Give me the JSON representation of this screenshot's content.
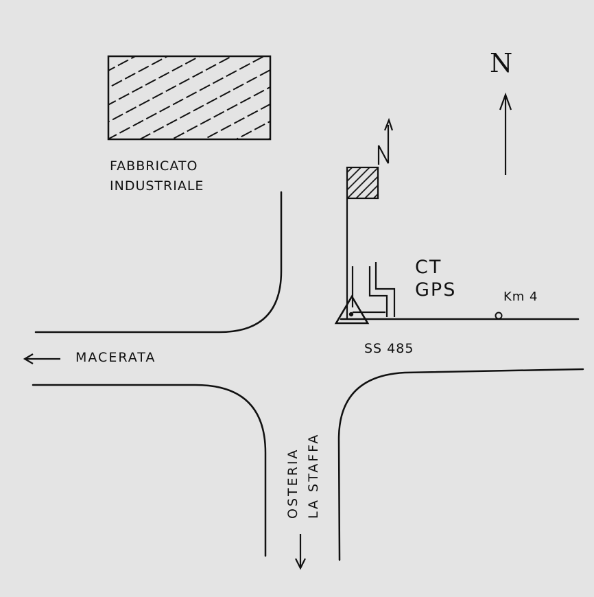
{
  "labels": {
    "building_line1": "FABBRICATO",
    "building_line2": "INDUSTRIALE",
    "station_line1": "CT",
    "station_line2": "GPS",
    "km_marker": "Km 4",
    "road_name": "SS 485",
    "west_destination": "MACERATA",
    "south_destination_line1": "OSTERIA",
    "south_destination_line2": "LA STAFFA",
    "north_symbol": "N"
  },
  "colors": {
    "ink": "#111111",
    "paper": "#e4e4e4"
  },
  "icons": {
    "north_arrow": "north-arrow-icon",
    "antenna": "antenna-icon",
    "survey_point": "triangle-benchmark-icon",
    "km_marker": "circle-marker-icon"
  }
}
